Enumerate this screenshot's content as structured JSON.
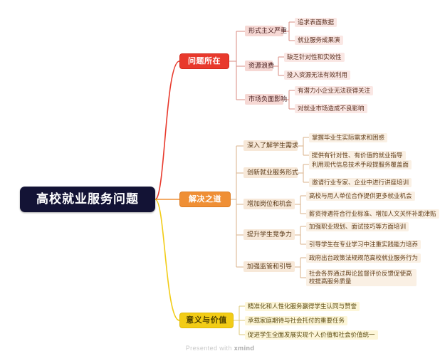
{
  "root": {
    "label": "高校就业服务问题"
  },
  "footer": {
    "prefix": "Presented with",
    "brand": "xmind"
  },
  "colors": {
    "root_bg": "#131335",
    "red": "#e8392c",
    "orange": "#ef8f35",
    "yellow": "#f2cc16"
  },
  "branches": [
    {
      "label": "问题所在",
      "color": "red",
      "subtopics": [
        {
          "label": "形式主义严重",
          "leaves": [
            "追求表面数据",
            "就业服务成果演"
          ]
        },
        {
          "label": "资源浪费",
          "leaves": [
            "缺乏针对性和实效性",
            "投入资源无法有效利用"
          ]
        },
        {
          "label": "市场负面影响",
          "leaves": [
            "有潜力小企业无法获得关注",
            "对就业市场造成不良影响"
          ]
        }
      ]
    },
    {
      "label": "解决之道",
      "color": "orange",
      "subtopics": [
        {
          "label": "深入了解学生需求",
          "leaves": [
            "掌握毕业生实际需求和困惑",
            "提供有针对性、有价值的就业指导"
          ]
        },
        {
          "label": "创新就业服务形式",
          "leaves": [
            "利用现代信息技术手段提服务覆盖面",
            "邀请行业专家、企业中进行讲座培训"
          ]
        },
        {
          "label": "增加岗位和机会",
          "leaves": [
            "高校与用人单位合作提供更多就业机会",
            "薪资待遇符合行业标准、增加人文关怀补助津贴"
          ]
        },
        {
          "label": "提升学生竞争力",
          "leaves": [
            "加强职业规划、面试技巧等方面培训",
            "引导学生在专业学习中注重实践能力培养"
          ]
        },
        {
          "label": "加强监管和引导",
          "leaves": [
            "政府出台政策法规规范高校就业服务行为",
            "社会各界通过舆论监督评价反馈促使高校提高服务质量"
          ]
        }
      ]
    },
    {
      "label": "意义与价值",
      "color": "yellow",
      "subtopics": [],
      "leaves": [
        "精准化和人性化服务赢得学生认同与赞誉",
        "承载家庭期待与社会托付的重要任务",
        "促进学生全面发展实现个人价值和社会价值统一"
      ]
    }
  ]
}
